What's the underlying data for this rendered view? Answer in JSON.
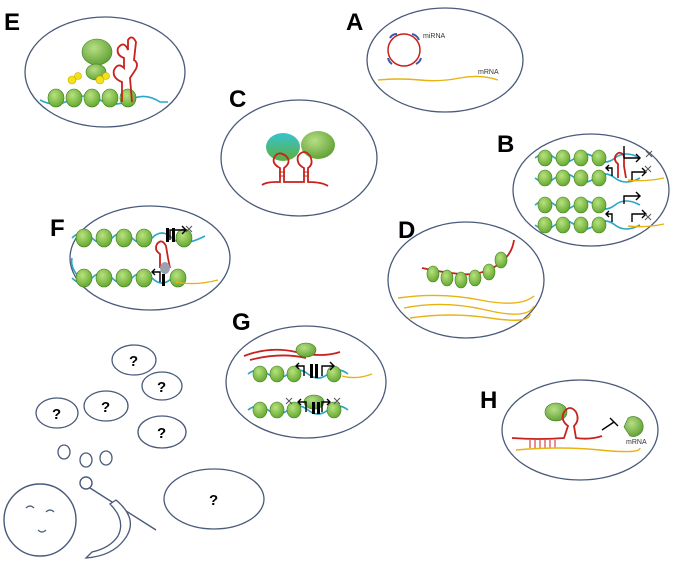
{
  "panels": {
    "A": {
      "letter": "A",
      "mirna_label": "miRNA",
      "mrna_label": "mRNA"
    },
    "B": {
      "letter": "B"
    },
    "C": {
      "letter": "C"
    },
    "D": {
      "letter": "D"
    },
    "E": {
      "letter": "E"
    },
    "F": {
      "letter": "F"
    },
    "G": {
      "letter": "G"
    },
    "H": {
      "letter": "H",
      "mrna_label": "mRNA"
    }
  },
  "thought_bubbles": [
    "?",
    "?",
    "?",
    "?",
    "?",
    "?"
  ],
  "colors": {
    "dna": "#2aa6c9",
    "nucleosome": "#7cc242",
    "lncrna": "#c8211e",
    "mrna": "#e8b310",
    "outline": "#4a5a7a"
  }
}
